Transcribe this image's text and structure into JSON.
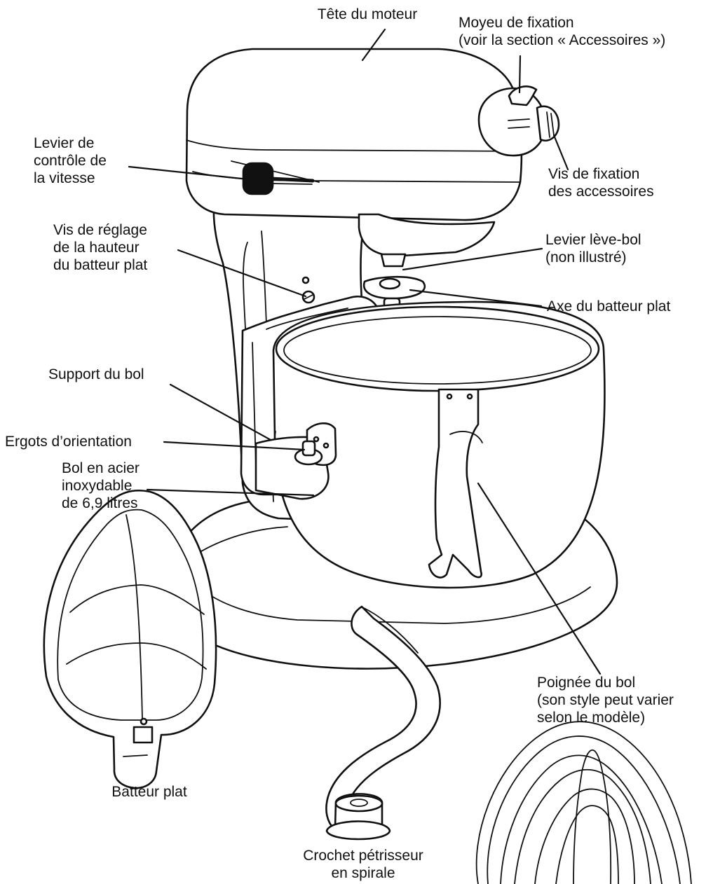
{
  "labels": {
    "motor_head": [
      "Tête du moteur"
    ],
    "attachment_hub": [
      "Moyeu de fixation",
      "(voir la section « Accessoires »)"
    ],
    "speed_control": [
      "Levier de",
      "contrôle de",
      "la vitesse"
    ],
    "attachment_knob": [
      "Vis de fixation",
      "des accessoires"
    ],
    "beater_height_screw": [
      "Vis de réglage",
      "de la hauteur",
      "du batteur plat"
    ],
    "bowl_lift": [
      "Levier lève-bol",
      "(non illustré)"
    ],
    "beater_shaft": [
      "Axe du batteur plat"
    ],
    "bowl_support": [
      "Support du bol"
    ],
    "locating_pins": [
      "Ergots d’orientation"
    ],
    "bowl": [
      "Bol en acier",
      "inoxydable",
      "de 6,9 litres"
    ],
    "bowl_handle": [
      "Poignée du bol",
      "(son style peut varier",
      "selon le modèle)"
    ],
    "flat_beater": [
      "Batteur plat"
    ],
    "dough_hook": [
      "Crochet pétrisseur",
      "en spirale"
    ]
  }
}
